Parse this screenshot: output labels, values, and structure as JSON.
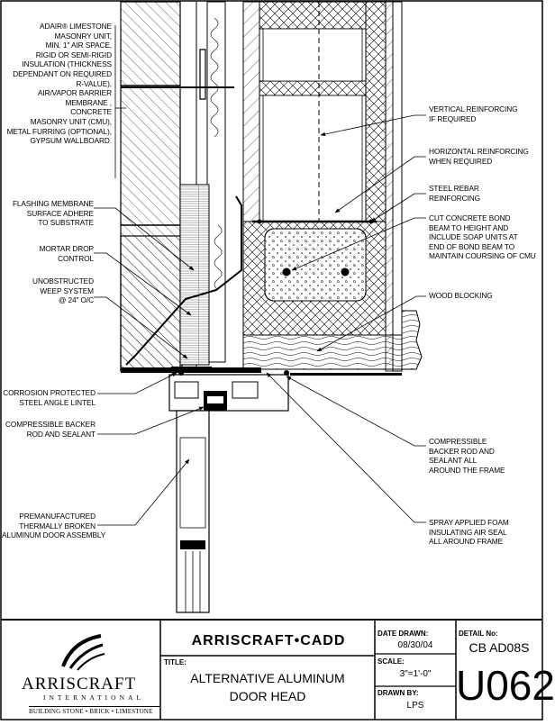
{
  "drawing": {
    "labels_left": [
      {
        "id": "adair",
        "lines": [
          "ADAIR® LIMESTONE",
          "MASONRY UNIT,",
          "MIN. 1\" AIR SPACE,",
          "RIGID OR SEMI-RIGID",
          "INSULATION (THICKNESS",
          "DEPENDANT ON REQUIRED",
          "R-VALUE),",
          "AIR/VAPOR BARRIER",
          "MEMBRANE ,",
          "CONCRETE",
          "MASONRY UNIT (CMU),",
          "METAL FURRING (OPTIONAL),",
          "GYPSUM WALLBOARD."
        ]
      },
      {
        "id": "flashing",
        "lines": [
          "FLASHING MEMBRANE",
          "SURFACE ADHERE",
          "TO SUBSTRATE"
        ]
      },
      {
        "id": "mortar",
        "lines": [
          "MORTAR DROP",
          "CONTROL"
        ]
      },
      {
        "id": "weep",
        "lines": [
          "UNOBSTRUCTED",
          "WEEP SYSTEM",
          "@ 24\" O/C"
        ]
      },
      {
        "id": "lintel",
        "lines": [
          "CORROSION PROTECTED",
          "STEEL ANGLE LINTEL"
        ]
      },
      {
        "id": "backer1",
        "lines": [
          "COMPRESSIBLE BACKER",
          "ROD AND SEALANT"
        ]
      },
      {
        "id": "door",
        "lines": [
          "PREMANUFACTURED",
          "THERMALLY BROKEN",
          "ALUMINUM DOOR ASSEMBLY"
        ]
      }
    ],
    "labels_right": [
      {
        "id": "vert",
        "lines": [
          "VERTICAL REINFORCING",
          "IF REQUIRED"
        ]
      },
      {
        "id": "horiz",
        "lines": [
          "HORIZONTAL REINFORCING",
          "WHEN REQUIRED"
        ]
      },
      {
        "id": "rebar",
        "lines": [
          "STEEL REBAR",
          "REINFORCING"
        ]
      },
      {
        "id": "bond",
        "lines": [
          "CUT CONCRETE BOND",
          "BEAM TO HEIGHT AND",
          "INCLUDE SOAP UNITS AT",
          "END OF BOND BEAM TO",
          "MAINTAIN COURSING OF CMU"
        ]
      },
      {
        "id": "wood",
        "lines": [
          "WOOD BLOCKING"
        ]
      },
      {
        "id": "backer2",
        "lines": [
          "COMPRESSIBLE",
          "BACKER ROD AND",
          "SEALANT ALL",
          "AROUND THE FRAME"
        ]
      },
      {
        "id": "foam",
        "lines": [
          "SPRAY APPLIED FOAM",
          "INSULATING AIR SEAL",
          "ALL AROUND FRAME"
        ]
      }
    ]
  },
  "title_block": {
    "cadd_title": "ARRISCRAFT•CADD",
    "title_label": "TITLE:",
    "title_line1": "ALTERNATIVE ALUMINUM",
    "title_line2": "DOOR HEAD",
    "date_label": "DATE DRAWN:",
    "date_value": "08/30/04",
    "scale_label": "SCALE:",
    "scale_value": "3\"=1'-0\"",
    "drawn_label": "DRAWN BY:",
    "drawn_value": "LPS",
    "detail_label": "DETAIL No:",
    "detail_code": "CB AD08S",
    "detail_number": "U062",
    "logo_name": "ARRISCRAFT",
    "logo_sub": "INTERNATIONAL",
    "logo_tag": "BUILDING STONE • BRICK • LIMESTONE"
  }
}
